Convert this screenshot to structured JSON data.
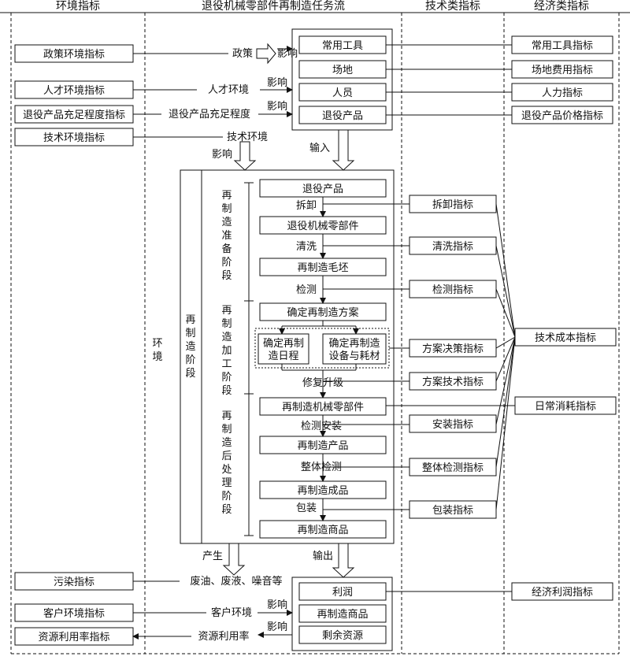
{
  "headers": {
    "env": "环境指标",
    "flow": "退役机械零部件再制造任务流",
    "tech": "技术类指标",
    "econ": "经济类指标"
  },
  "env_indicators": {
    "policy": "政策环境指标",
    "talent": "人才环境指标",
    "sufficiency": "退役产品充足程度指标",
    "technology": "技术环境指标",
    "pollution": "污染指标",
    "customer": "客户环境指标",
    "resource": "资源利用率指标"
  },
  "env_side_label": "环境",
  "input_boxes": {
    "tools": "常用工具",
    "site": "场地",
    "staff": "人员",
    "retired_product": "退役产品"
  },
  "input_arrow_labels": {
    "policy": "政策",
    "talent": "人才环境",
    "sufficiency": "退役产品充足程度",
    "technology": "技术环境",
    "influence": "影响",
    "input": "输入"
  },
  "econ_indicators": {
    "tools": "常用工具指标",
    "site_cost": "场地费用指标",
    "labor": "人力指标",
    "price": "退役产品价格指标",
    "tech_cost": "技术成本指标",
    "daily": "日常消耗指标",
    "profit": "经济利润指标"
  },
  "stage": {
    "main": "再制造阶段",
    "prep": "再制造准备阶段",
    "process": "再制造加工阶段",
    "post": "再制造后处理阶段"
  },
  "process_boxes": {
    "retired_product": "退役产品",
    "retired_parts": "退役机械零部件",
    "blank": "再制造毛坯",
    "plan": "确定再制造方案",
    "schedule_l1": "确定再制",
    "schedule_l2": "造日程",
    "equip_l1": "确定再制造",
    "equip_l2": "设备与耗材",
    "reman_parts": "再制造机械零部件",
    "reman_product": "再制造产品",
    "finished": "再制造成品",
    "goods": "再制造商品"
  },
  "process_steps": {
    "disassembly": "拆卸",
    "cleaning": "清洗",
    "inspection": "检测",
    "repair": "修复升级",
    "inspect_install": "检测安装",
    "overall": "整体检测",
    "packaging": "包装"
  },
  "tech_indicators": {
    "disassembly": "拆卸指标",
    "cleaning": "清洗指标",
    "inspection": "检测指标",
    "decision": "方案决策指标",
    "plan_tech": "方案技术指标",
    "install": "安装指标",
    "overall": "整体检测指标",
    "packaging": "包装指标"
  },
  "outputs": {
    "profit": "利润",
    "goods": "再制造商品",
    "residual": "剩余资源"
  },
  "output_labels": {
    "produce": "产生",
    "output": "输出",
    "waste": "废油、废液、噪音等",
    "customer": "客户环境",
    "resource_rate": "资源利用率",
    "influence": "影响"
  }
}
